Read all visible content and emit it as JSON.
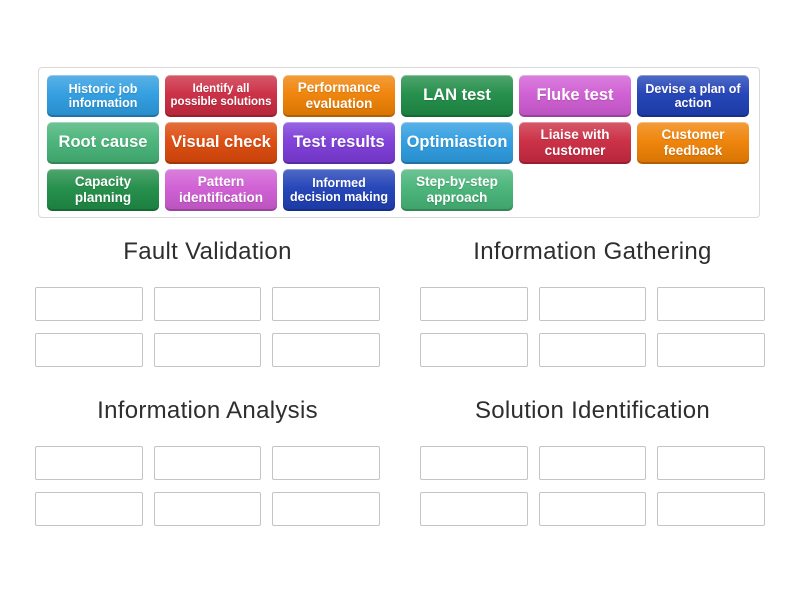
{
  "activity": {
    "type_label": "group-sort",
    "background_color": "#ffffff",
    "slot_border_color": "#c4c4c4",
    "tray_border_color": "#d9d9d9",
    "heading_color": "#2e2e2e",
    "tile_text_color": "#ffffff"
  },
  "tray": {
    "tiles": [
      {
        "label": "Historic job information",
        "color": "#2d9ce0"
      },
      {
        "label": "Identify all possible solutions",
        "color": "#ca2a41"
      },
      {
        "label": "Performance evaluation",
        "color": "#ef8104"
      },
      {
        "label": "LAN test",
        "color": "#1f8c46"
      },
      {
        "label": "Fluke test",
        "color": "#cf5cd3"
      },
      {
        "label": "Devise a plan of action",
        "color": "#1f40b6"
      },
      {
        "label": "Root cause",
        "color": "#46b377"
      },
      {
        "label": "Visual check",
        "color": "#dc490b"
      },
      {
        "label": "Test results",
        "color": "#7c3bd8"
      },
      {
        "label": "Optimiastion",
        "color": "#2d9ce0"
      },
      {
        "label": "Liaise with customer",
        "color": "#ca2a41"
      },
      {
        "label": "Customer feedback",
        "color": "#ef8104"
      },
      {
        "label": "Capacity planning",
        "color": "#1f8c46"
      },
      {
        "label": "Pattern identification",
        "color": "#cf5cd3"
      },
      {
        "label": "Informed decision making",
        "color": "#1f40b6"
      },
      {
        "label": "Step-by-step approach",
        "color": "#46b377"
      }
    ]
  },
  "groups": [
    {
      "title": "Fault Validation",
      "slot_count": 6
    },
    {
      "title": "Information Gathering",
      "slot_count": 6
    },
    {
      "title": "Information Analysis",
      "slot_count": 6
    },
    {
      "title": "Solution Identification",
      "slot_count": 6
    }
  ]
}
